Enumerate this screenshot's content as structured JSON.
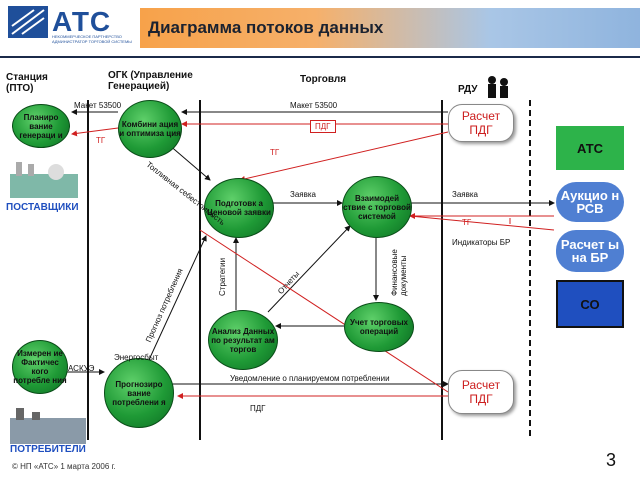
{
  "header": {
    "logo": "АТС",
    "logo_sub": "НЕКОММЕРЧЕСКОЕ ПАРТНЕРСТВО АДМИНИСТРАТОР ТОРГОВОЙ СИСТЕМЫ",
    "title": "Диаграмма потоков данных"
  },
  "columns": {
    "station": "Станция (ПТО)",
    "ogk": "ОГК (Управление Генерацией)",
    "trade": "Торговля",
    "rdu": "РДУ"
  },
  "nodes": {
    "gen_planning": "Планиро вание генераци и",
    "combination": "Комбини ация и оптимиза ция",
    "prep_bid": "Подготовк а Ценовой заявки",
    "interaction": "Взаимодей ствие с торговой системой",
    "analysis": "Анализ Данных по результат ам торгов",
    "accounting": "Учет торговых операций",
    "consumption_measure": "Измерен ие Фактичес кого потребле ния",
    "forecast": "Прогнозиро вание потреблени я"
  },
  "right_boxes": {
    "pdg_calc_top": "Расчет ПДГ",
    "pdg_calc_bottom": "Расчет ПДГ"
  },
  "side": {
    "ats": "АТС",
    "auction": "Аукцио н РСВ",
    "br_calc": "Расчет ы на БР",
    "so": "СО",
    "suppliers": "ПОСТАВЩИКИ",
    "consumers": "ПОТРЕБИТЕЛИ"
  },
  "labels": {
    "maket_left": "Макет 53500",
    "maket_right": "Макет 53500",
    "pdg_box": "ПДГ",
    "tg_left": "ТГ",
    "tg_mid": "ТГ",
    "tg_right": "ТГ",
    "fuel_cost": "Топливная себестоимость",
    "zayavka_mid": "Заявка",
    "zayavka_right": "Заявка",
    "br_indicators": "Индикаторы БР",
    "strategies": "Стратегии",
    "reports": "Отчеты",
    "fin_docs": "Финансовые документы",
    "consumption_forecast": "Прогноз потребления",
    "energosbyt": "Энергосбыт",
    "askue": "АСКУЭ",
    "notify": "Уведомление о планируемом потреблении",
    "pdg_bottom": "ПДГ"
  },
  "footer": {
    "copyright": "© НП «АТС» 1 марта 2006 г.",
    "page": "3"
  },
  "colors": {
    "node_green": "#1f9a36",
    "ats_green": "#2db34a",
    "auction_blue": "#4f7fd2",
    "so_blue": "#1f4fbf",
    "arrow_red": "#d02020",
    "text_red": "#cc1d1d"
  }
}
